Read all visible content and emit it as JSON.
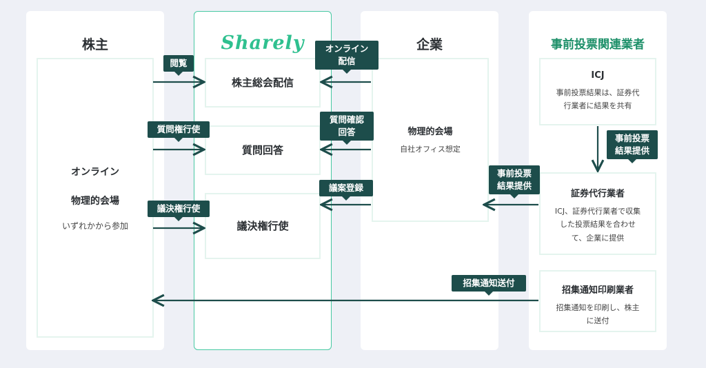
{
  "columns": {
    "shareholder": "株主",
    "company": "企業",
    "vendors": "事前投票関連業者"
  },
  "logo": "Sharely",
  "boxes": {
    "shareholder_panel": {
      "line1": "オンライン",
      "line2": "物理的会場",
      "line3": "いずれかから参加"
    },
    "stream": "株主総会配信",
    "qa": "質問回答",
    "vote": "議決権行使",
    "venue": {
      "title": "物理的会場",
      "desc": "自社オフィス想定"
    },
    "icj": {
      "title": "ICJ",
      "desc1": "事前投票結果は、証券代",
      "desc2": "行業者に結果を共有"
    },
    "transfer_agent": {
      "title": "証券代行業者",
      "desc1": "ICJ、証券代行業者で収集",
      "desc2": "した投票結果を合わせ",
      "desc3": "て、企業に提供"
    },
    "printer": {
      "title": "招集通知印刷業者",
      "desc1": "招集通知を印刷し、株主",
      "desc2": "に送付"
    }
  },
  "tags": {
    "view": "閲覧",
    "online_stream": {
      "line1": "オンライン",
      "line2": "配信"
    },
    "ask": "質問権行使",
    "answer": {
      "line1": "質問確認",
      "line2": "回答"
    },
    "vote_right": "議決権行使",
    "register_agenda": "議案登録",
    "advance_vote_result_1": {
      "line1": "事前投票",
      "line2": "結果提供"
    },
    "advance_vote_result_2": {
      "line1": "事前投票",
      "line2": "結果提供"
    },
    "notice_send": "招集通知送付"
  },
  "colors": {
    "tag_bg": "#1d4d4b",
    "arrow": "#1d4d4b",
    "accent": "#2fc08f",
    "box_border": "#e4f4ee",
    "page_bg": "#eef0f6"
  }
}
